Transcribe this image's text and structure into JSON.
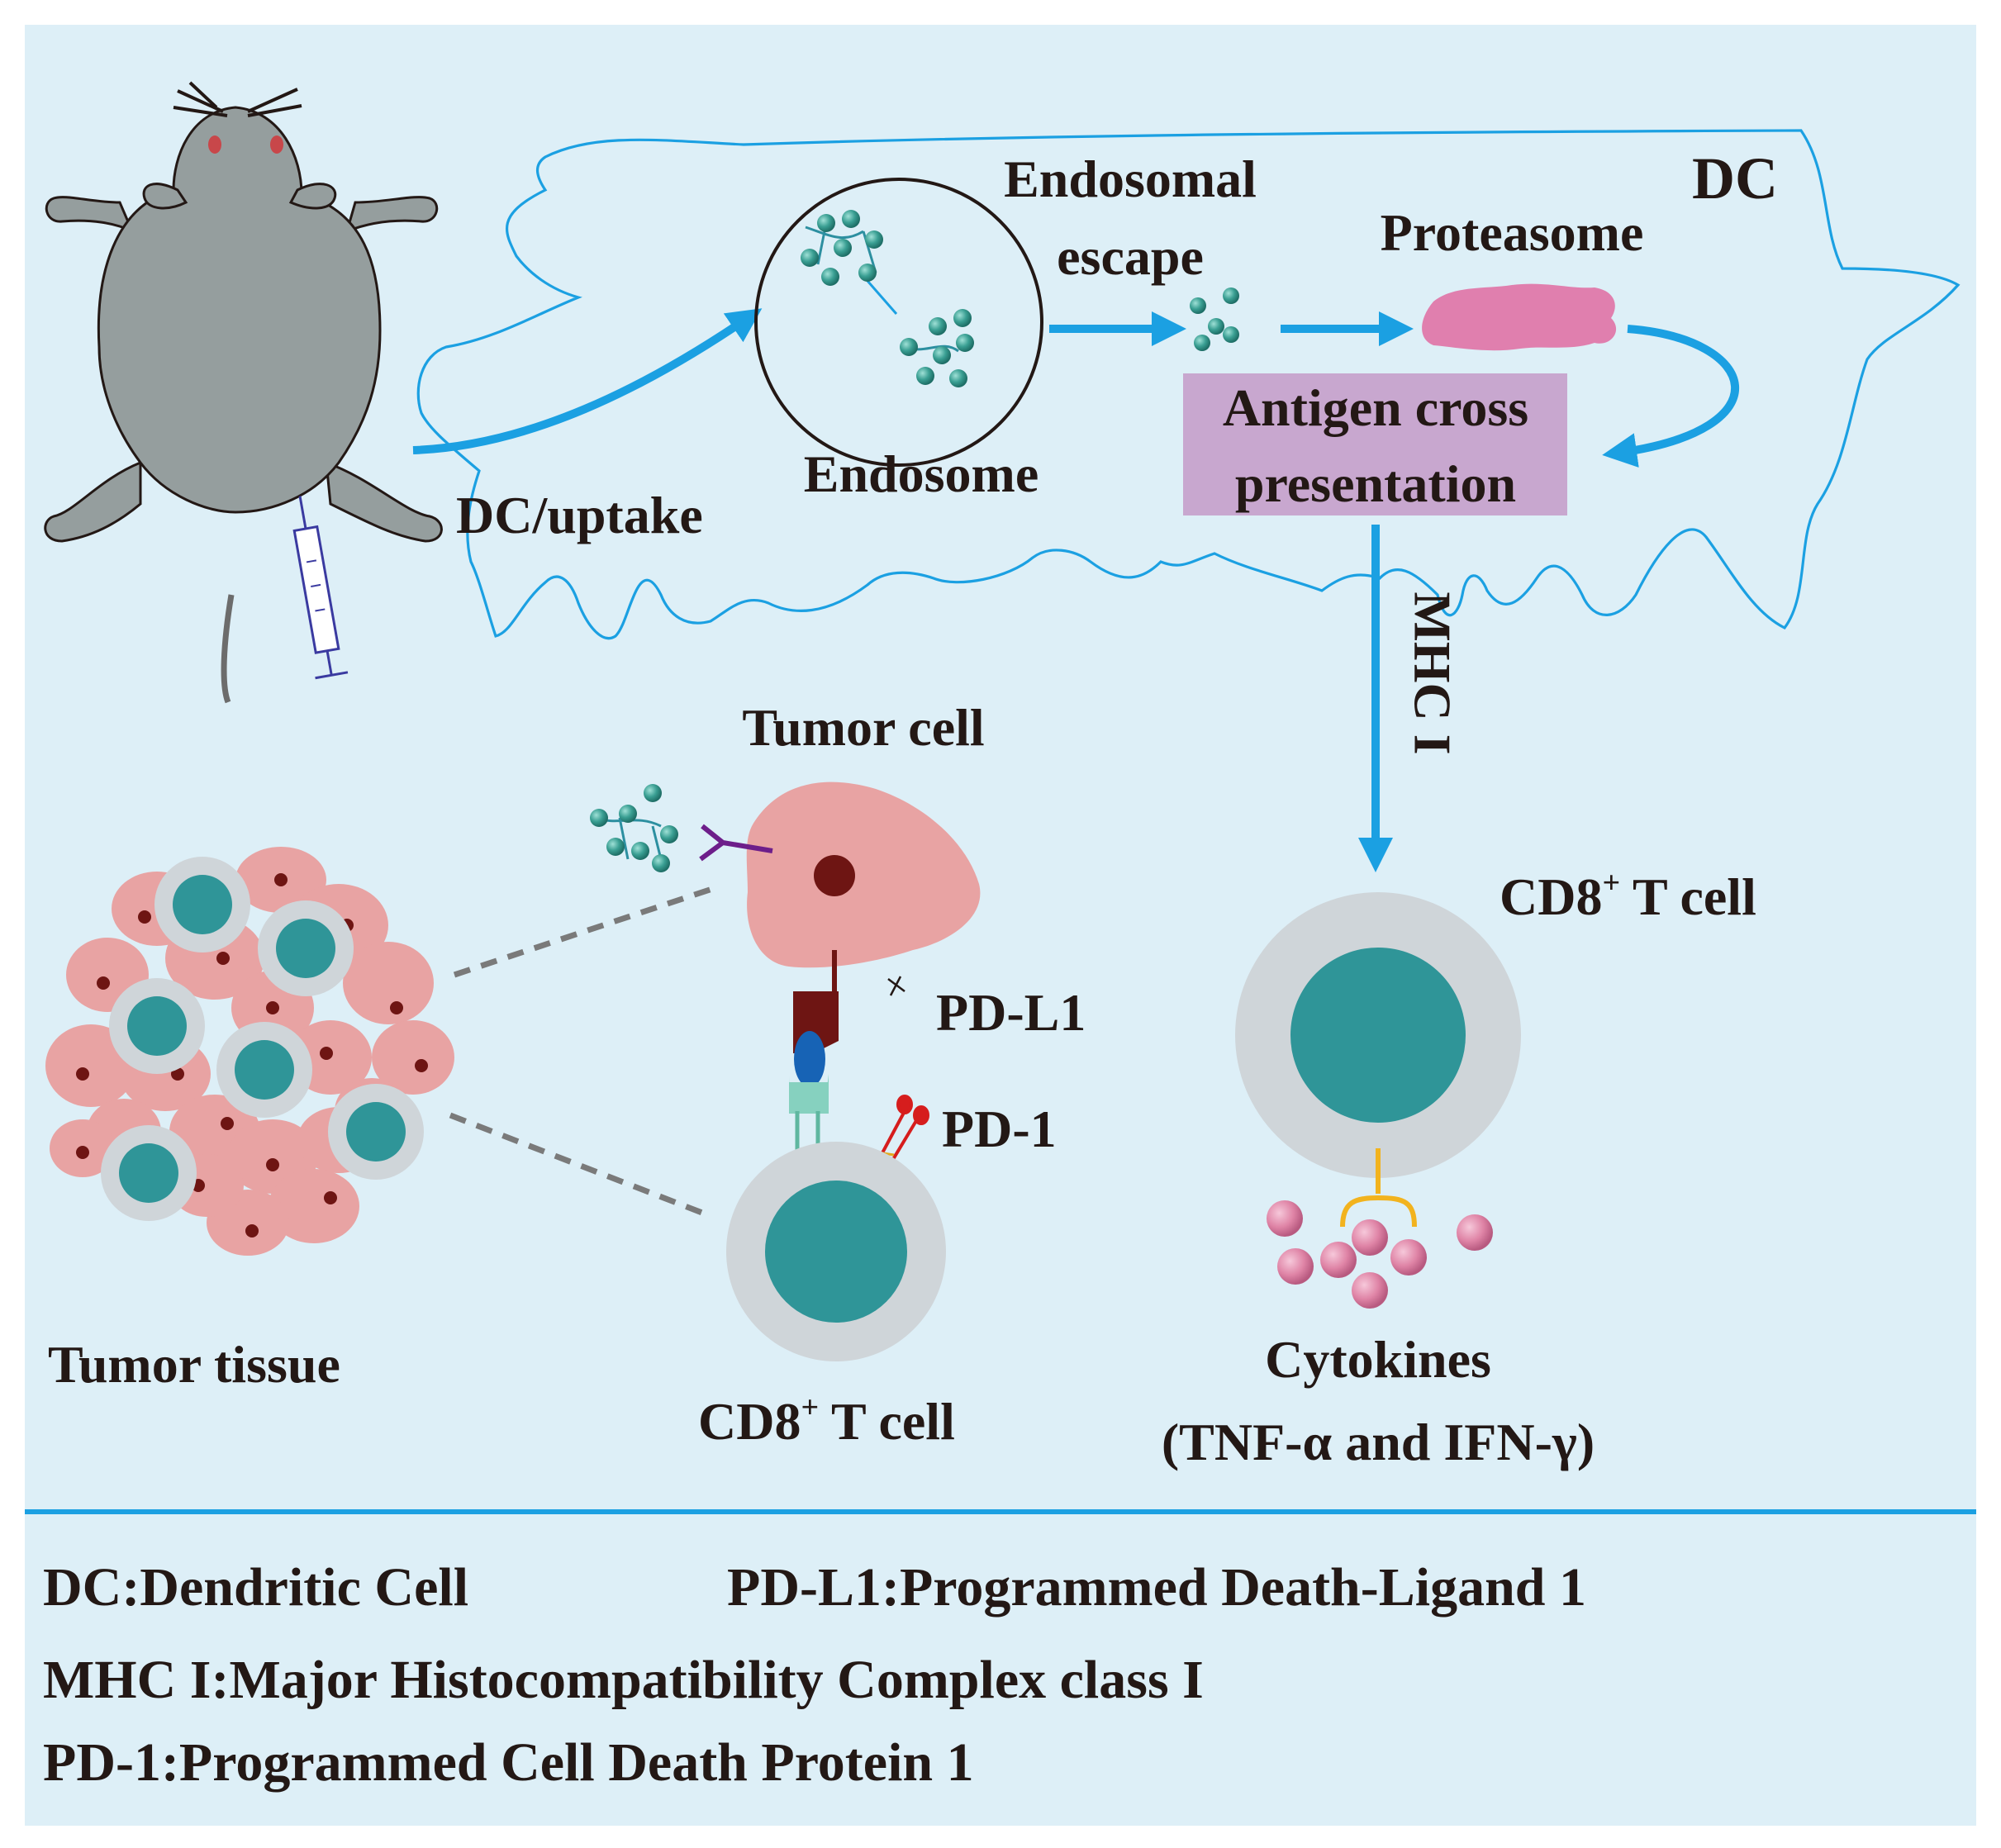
{
  "diagram": {
    "labels": {
      "dc": "DC",
      "endosomal_escape_1": "Endosomal",
      "endosomal_escape_2": "escape",
      "proteasome": "Proteasome",
      "endosome": "Endosome",
      "dc_uptake": "DC/uptake",
      "antigen_cross_1": "Antigen cross",
      "antigen_cross_2": "presentation",
      "mhc_i": "MHC I",
      "tumor_cell": "Tumor cell",
      "cd8_right_main": "CD8",
      "cd8_right_sup": "+",
      "cd8_right_rest": " T cell",
      "pd_l1": "PD-L1",
      "pd_1": "PD-1",
      "tumor_tissue": "Tumor tissue",
      "cd8_bottom_main": "CD8",
      "cd8_bottom_sup": "+",
      "cd8_bottom_rest": " T cell",
      "cytokines_1": "Cytokines",
      "cytokines_2": "(TNF-α and IFN-γ)"
    },
    "legend": {
      "dc": "DC:Dendritic Cell",
      "pd_l1": "PD-L1:Programmed Death-Ligand 1",
      "mhc": "MHC I:Major Histocompatibility Complex class I",
      "pd_1": "PD-1:Programmed Cell Death Protein 1"
    },
    "colors": {
      "background": "#ddeff7",
      "arrow_blue": "#1ba0e2",
      "tumor_pink": "#e8a3a3",
      "nucleus_dark": "#6e1513",
      "tcell_gray": "#cfd5d9",
      "tcell_teal": "#2f9598",
      "proteasome_pink": "#e07fae",
      "antigen_box": "#c8a7cf",
      "cytokine_pink": "#df84a6",
      "mouse_gray": "#959e9e"
    }
  }
}
